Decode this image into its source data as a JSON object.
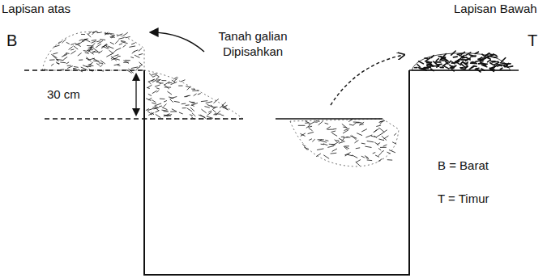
{
  "diagram": {
    "labels": [
      "Lapisan atas",
      "Lapisan Bawah",
      "B",
      "T",
      "30 cm",
      "Tanah galian Dipisahkan",
      "B = Barat",
      "T = Timur"
    ]
  }
}
